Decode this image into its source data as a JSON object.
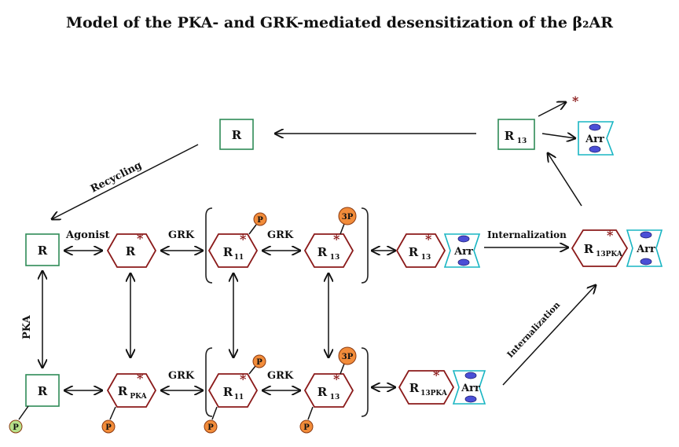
{
  "title": "Model of the PKA- and GRK-mediated desensitization of the β₂AR",
  "labels": {
    "recycling": "Recycling",
    "agonist": "Agonist",
    "grk": "GRK",
    "pka": "PKA",
    "internalization_top": "Internalization",
    "internalization_diag": "Internalization",
    "star": "*",
    "arr": "Arr",
    "r": "R",
    "sub_11": "11",
    "sub_13": "13",
    "sub_pka": "PKA",
    "sub_13pka": "13PKA",
    "p": "P",
    "p3": "3P"
  },
  "colors": {
    "box_border": "#2e8b57",
    "hexagon": "#8b1a1a",
    "arrestin": "#19b5c3",
    "oval": "#4b4fd6",
    "phospho_grk": "#f28c3a",
    "phospho_pka": "#b7e08a",
    "star": "#8b1a1a"
  }
}
